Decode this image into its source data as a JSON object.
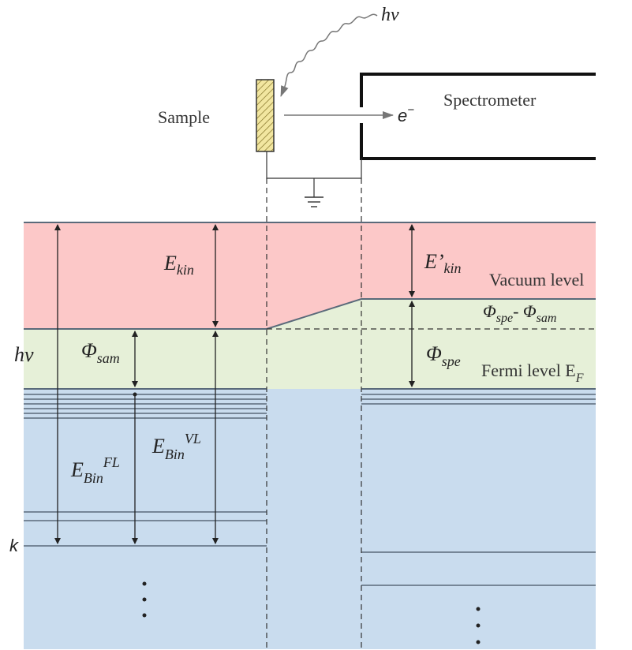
{
  "labels": {
    "hv_top": "hν",
    "sample": "Sample",
    "spectrometer": "Spectrometer",
    "electron": "e",
    "electron_sup": "−",
    "hv_side": "hν",
    "k_label": "k",
    "ekin_main": "E",
    "ekin_sub": "kin",
    "ekin_prime_main": "E’",
    "ekin_prime_sub": "kin",
    "vacuum_level": "Vacuum level",
    "phi_diff_a": "Φ",
    "phi_diff_a_sub": "spe",
    "phi_diff_dash": "- Φ",
    "phi_diff_b_sub": "sam",
    "phi_sam_main": "Φ",
    "phi_sam_sub": "sam",
    "phi_spe_main": "Φ",
    "phi_spe_sub": "spe",
    "fermi_level": "Fermi level E",
    "fermi_sub": "F",
    "ebin_vl_main": "E",
    "ebin_vl_sub": "Bin",
    "ebin_vl_sup": "VL",
    "ebin_fl_main": "E",
    "ebin_fl_sub": "Bin",
    "ebin_fl_sup": "FL"
  },
  "colors": {
    "vacuum_region": "#fcc8c8",
    "gap_region": "#e6f0d8",
    "band_region": "#c9dcee",
    "level_line": "#5a6a7a",
    "sample_fill": "#f2e6a0",
    "arrow": "#222222"
  }
}
